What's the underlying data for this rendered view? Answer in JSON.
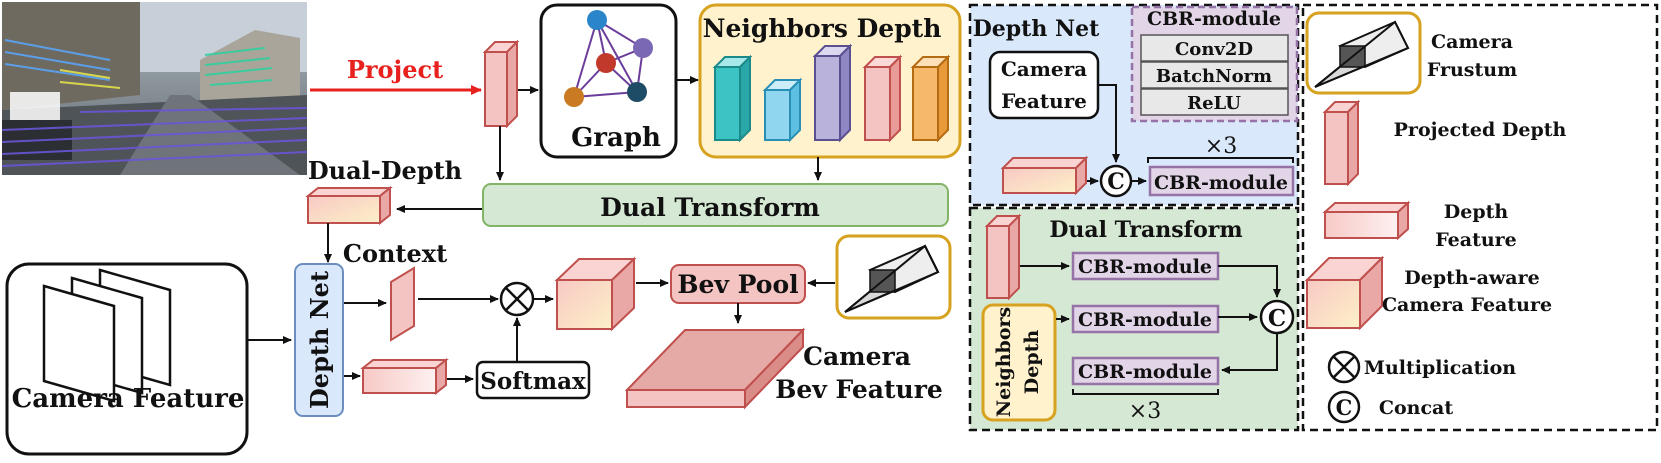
{
  "main": {
    "project_label": "Project",
    "graph_label": "Graph",
    "neighbors_depth_title": "Neighbors Depth",
    "dual_transform_label": "Dual Transform",
    "dual_depth_label": "Dual-Depth",
    "context_label": "Context",
    "depth_net_label": "Depth Net",
    "camera_feature_label": "Camera Feature",
    "softmax_label": "Softmax",
    "bev_pool_label": "Bev Pool",
    "camera_bev_line1": "Camera",
    "camera_bev_line2": "Bev Feature"
  },
  "depth_net_panel": {
    "title": "Depth Net",
    "camera_feature_line1": "Camera",
    "camera_feature_line2": "Feature",
    "cbr_title": "CBR-module",
    "cbr_layers": [
      "Conv2D",
      "BatchNorm",
      "ReLU"
    ],
    "repeat_label": "×3",
    "cbr_module_label": "CBR-module",
    "concat_symbol": "C"
  },
  "dual_transform_panel": {
    "title": "Dual Transform",
    "cbr_modules": [
      "CBR-module",
      "CBR-module",
      "CBR-module"
    ],
    "neighbors_line1": "Neighbors",
    "neighbors_line2": "Depth",
    "repeat_label": "×3",
    "concat_symbol": "C"
  },
  "legend": {
    "camera_frustum_line1": "Camera",
    "camera_frustum_line2": "Frustum",
    "projected_depth": "Projected Depth",
    "depth_feature_line1": "Depth",
    "depth_feature_line2": "Feature",
    "depth_aware_line1": "Depth-aware",
    "depth_aware_line2": "Camera Feature",
    "multiplication": "Multiplication",
    "concat": "Concat",
    "concat_symbol": "C"
  },
  "colors": {
    "red_arrow": "#e8201e",
    "pink_fill": "#f4c4c2",
    "pink_stroke": "#c0504d",
    "green_fill": "#d5e8d4",
    "green_stroke": "#82b366",
    "blue_fill": "#dae8fc",
    "blue_stroke": "#6c8ebf",
    "yellow_fill": "#fff2cc",
    "yellow_stroke": "#d6a21f",
    "purple_fill": "#e1d5e7",
    "purple_stroke": "#9673a6",
    "teal": "#3cc3c3",
    "light_blue": "#8fd6ee",
    "lavender": "#b9b3dc",
    "orange": "#f6b96a"
  }
}
